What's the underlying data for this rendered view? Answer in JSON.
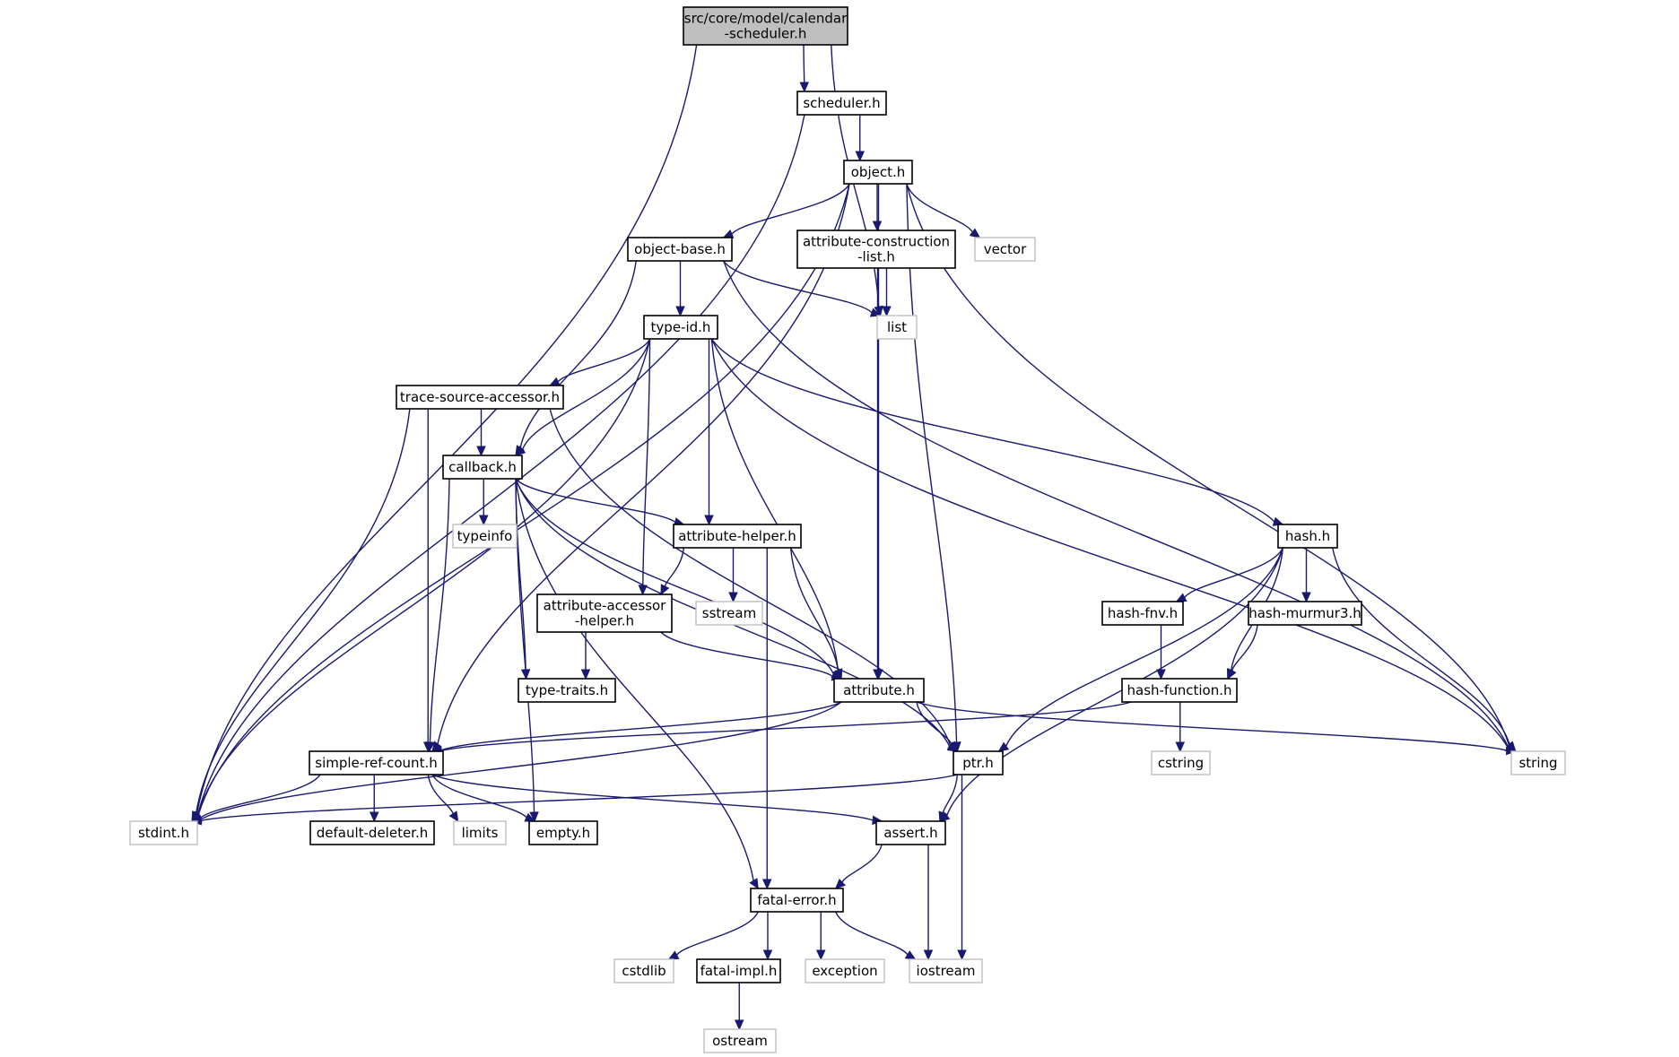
{
  "graph": {
    "nodes": [
      {
        "id": "root",
        "lines": [
          "src/core/model/calendar",
          "-scheduler.h"
        ],
        "kind": "root",
        "interactable": true
      },
      {
        "id": "scheduler",
        "lines": [
          "scheduler.h"
        ],
        "kind": "file",
        "interactable": true
      },
      {
        "id": "object",
        "lines": [
          "object.h"
        ],
        "kind": "file",
        "interactable": true
      },
      {
        "id": "objectbase",
        "lines": [
          "object-base.h"
        ],
        "kind": "file",
        "interactable": true
      },
      {
        "id": "attrconstr",
        "lines": [
          "attribute-construction",
          "-list.h"
        ],
        "kind": "file",
        "interactable": true
      },
      {
        "id": "vector",
        "lines": [
          "vector"
        ],
        "kind": "ext",
        "interactable": false
      },
      {
        "id": "list",
        "lines": [
          "list"
        ],
        "kind": "ext",
        "interactable": false
      },
      {
        "id": "typeid",
        "lines": [
          "type-id.h"
        ],
        "kind": "file",
        "interactable": true
      },
      {
        "id": "tracesrc",
        "lines": [
          "trace-source-accessor.h"
        ],
        "kind": "file",
        "interactable": true
      },
      {
        "id": "callback",
        "lines": [
          "callback.h"
        ],
        "kind": "file",
        "interactable": true
      },
      {
        "id": "typeinfo",
        "lines": [
          "typeinfo"
        ],
        "kind": "ext",
        "interactable": false
      },
      {
        "id": "attrhelper",
        "lines": [
          "attribute-helper.h"
        ],
        "kind": "file",
        "interactable": true
      },
      {
        "id": "hash",
        "lines": [
          "hash.h"
        ],
        "kind": "file",
        "interactable": true
      },
      {
        "id": "attraccessor",
        "lines": [
          "attribute-accessor",
          "-helper.h"
        ],
        "kind": "file",
        "interactable": true
      },
      {
        "id": "sstream",
        "lines": [
          "sstream"
        ],
        "kind": "ext",
        "interactable": false
      },
      {
        "id": "hashfnv",
        "lines": [
          "hash-fnv.h"
        ],
        "kind": "file",
        "interactable": true
      },
      {
        "id": "hashmurmur",
        "lines": [
          "hash-murmur3.h"
        ],
        "kind": "file",
        "interactable": true
      },
      {
        "id": "typetraits",
        "lines": [
          "type-traits.h"
        ],
        "kind": "file",
        "interactable": true
      },
      {
        "id": "attribute",
        "lines": [
          "attribute.h"
        ],
        "kind": "file",
        "interactable": true
      },
      {
        "id": "hashfunc",
        "lines": [
          "hash-function.h"
        ],
        "kind": "file",
        "interactable": true
      },
      {
        "id": "simpleref",
        "lines": [
          "simple-ref-count.h"
        ],
        "kind": "file",
        "interactable": true
      },
      {
        "id": "ptr",
        "lines": [
          "ptr.h"
        ],
        "kind": "file",
        "interactable": true
      },
      {
        "id": "cstring",
        "lines": [
          "cstring"
        ],
        "kind": "ext",
        "interactable": false
      },
      {
        "id": "string",
        "lines": [
          "string"
        ],
        "kind": "ext",
        "interactable": false
      },
      {
        "id": "stdint",
        "lines": [
          "stdint.h"
        ],
        "kind": "ext",
        "interactable": false
      },
      {
        "id": "defdeleter",
        "lines": [
          "default-deleter.h"
        ],
        "kind": "file",
        "interactable": true
      },
      {
        "id": "limits",
        "lines": [
          "limits"
        ],
        "kind": "ext",
        "interactable": false
      },
      {
        "id": "empty",
        "lines": [
          "empty.h"
        ],
        "kind": "file",
        "interactable": true
      },
      {
        "id": "assert",
        "lines": [
          "assert.h"
        ],
        "kind": "file",
        "interactable": true
      },
      {
        "id": "fatalerror",
        "lines": [
          "fatal-error.h"
        ],
        "kind": "file",
        "interactable": true
      },
      {
        "id": "cstdlib",
        "lines": [
          "cstdlib"
        ],
        "kind": "ext",
        "interactable": false
      },
      {
        "id": "fatalimpl",
        "lines": [
          "fatal-impl.h"
        ],
        "kind": "file",
        "interactable": true
      },
      {
        "id": "exception",
        "lines": [
          "exception"
        ],
        "kind": "ext",
        "interactable": false
      },
      {
        "id": "iostream",
        "lines": [
          "iostream"
        ],
        "kind": "ext",
        "interactable": false
      },
      {
        "id": "ostream",
        "lines": [
          "ostream"
        ],
        "kind": "ext",
        "interactable": false
      }
    ],
    "edges": [
      [
        "root",
        "stdint"
      ],
      [
        "root",
        "list"
      ],
      [
        "root",
        "scheduler"
      ],
      [
        "scheduler",
        "stdint"
      ],
      [
        "scheduler",
        "object"
      ],
      [
        "object",
        "objectbase"
      ],
      [
        "object",
        "attrconstr"
      ],
      [
        "object",
        "vector"
      ],
      [
        "object",
        "stdint"
      ],
      [
        "object",
        "simpleref"
      ],
      [
        "object",
        "attribute"
      ],
      [
        "object",
        "ptr"
      ],
      [
        "object",
        "string"
      ],
      [
        "objectbase",
        "typeid"
      ],
      [
        "objectbase",
        "list"
      ],
      [
        "objectbase",
        "callback"
      ],
      [
        "objectbase",
        "string"
      ],
      [
        "attrconstr",
        "list"
      ],
      [
        "attrconstr",
        "attribute"
      ],
      [
        "typeid",
        "tracesrc"
      ],
      [
        "typeid",
        "callback"
      ],
      [
        "typeid",
        "attraccessor"
      ],
      [
        "typeid",
        "attrhelper"
      ],
      [
        "typeid",
        "attribute"
      ],
      [
        "typeid",
        "hash"
      ],
      [
        "typeid",
        "stdint"
      ],
      [
        "typeid",
        "string"
      ],
      [
        "tracesrc",
        "callback"
      ],
      [
        "tracesrc",
        "simpleref"
      ],
      [
        "tracesrc",
        "ptr"
      ],
      [
        "tracesrc",
        "stdint"
      ],
      [
        "callback",
        "typeinfo"
      ],
      [
        "callback",
        "attrhelper"
      ],
      [
        "callback",
        "typetraits"
      ],
      [
        "callback",
        "attribute"
      ],
      [
        "callback",
        "ptr"
      ],
      [
        "callback",
        "simpleref"
      ],
      [
        "callback",
        "empty"
      ],
      [
        "callback",
        "fatalerror"
      ],
      [
        "attrhelper",
        "attraccessor"
      ],
      [
        "attrhelper",
        "sstream"
      ],
      [
        "attrhelper",
        "attribute"
      ],
      [
        "attrhelper",
        "fatalerror"
      ],
      [
        "attraccessor",
        "typetraits"
      ],
      [
        "attraccessor",
        "attribute"
      ],
      [
        "hash",
        "hashfnv"
      ],
      [
        "hash",
        "hashmurmur"
      ],
      [
        "hash",
        "hashfunc"
      ],
      [
        "hash",
        "ptr"
      ],
      [
        "hash",
        "assert"
      ],
      [
        "hash",
        "string"
      ],
      [
        "hashfnv",
        "hashfunc"
      ],
      [
        "hashmurmur",
        "hashfunc"
      ],
      [
        "hashfunc",
        "cstring"
      ],
      [
        "hashfunc",
        "simpleref"
      ],
      [
        "attribute",
        "ptr"
      ],
      [
        "attribute",
        "simpleref"
      ],
      [
        "attribute",
        "string"
      ],
      [
        "attribute",
        "stdint"
      ],
      [
        "simpleref",
        "stdint"
      ],
      [
        "simpleref",
        "defdeleter"
      ],
      [
        "simpleref",
        "limits"
      ],
      [
        "simpleref",
        "empty"
      ],
      [
        "simpleref",
        "assert"
      ],
      [
        "ptr",
        "assert"
      ],
      [
        "ptr",
        "iostream"
      ],
      [
        "ptr",
        "stdint"
      ],
      [
        "assert",
        "fatalerror"
      ],
      [
        "assert",
        "iostream"
      ],
      [
        "fatalerror",
        "cstdlib"
      ],
      [
        "fatalerror",
        "fatalimpl"
      ],
      [
        "fatalerror",
        "exception"
      ],
      [
        "fatalerror",
        "iostream"
      ],
      [
        "fatalimpl",
        "ostream"
      ]
    ]
  }
}
